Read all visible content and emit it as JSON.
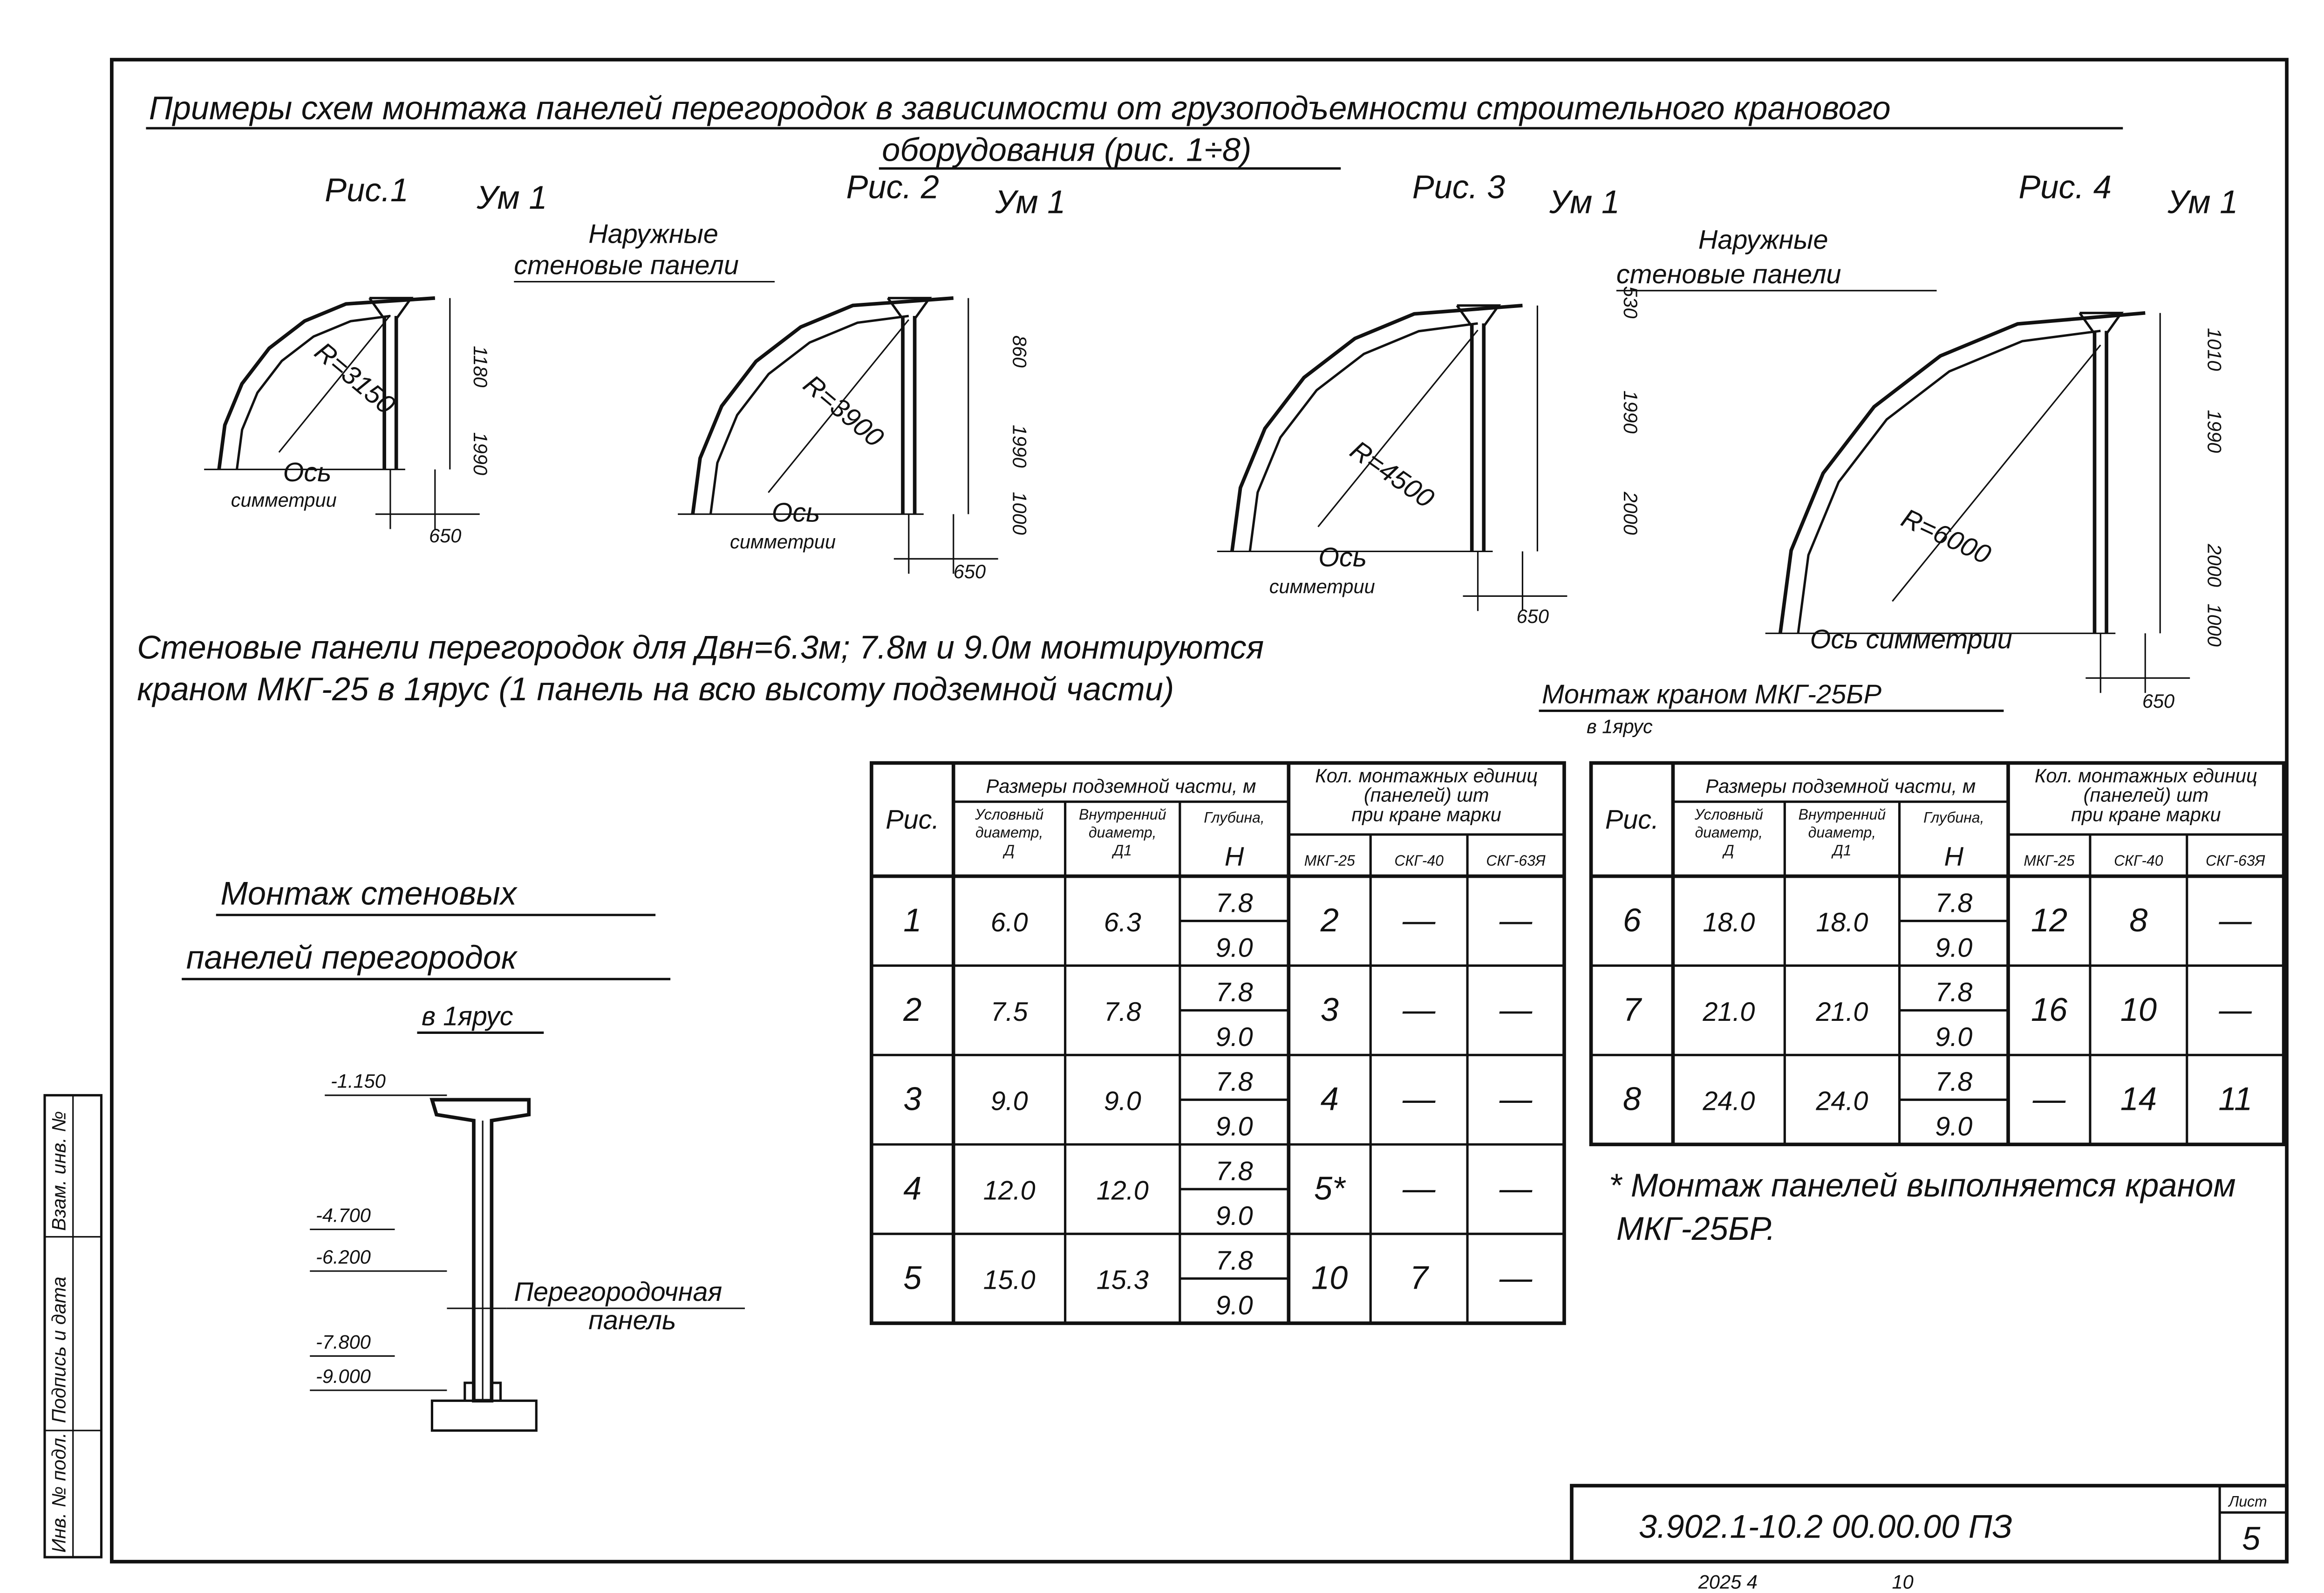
{
  "title": {
    "line1": "Примеры схем монтажа панелей перегородок в зависимости от грузоподъемности строительного кранового",
    "line2": "оборудования (рис. 1÷8)"
  },
  "figures": [
    {
      "label": "Рис.1",
      "node": "Ум 1",
      "radius": "R=3150",
      "dims": [
        "1180",
        "1990"
      ],
      "width": "650",
      "axis": [
        "Ось",
        "симметрии"
      ]
    },
    {
      "label": "Рис. 2",
      "node": "Ум 1",
      "radius": "R=3900",
      "dims": [
        "860",
        "1990",
        "1000"
      ],
      "width": "650",
      "axis": [
        "Ось",
        "симметрии"
      ]
    },
    {
      "label": "Рис. 3",
      "node": "Ум 1",
      "radius": "R=4500",
      "dims": [
        "530",
        "1990",
        "2000"
      ],
      "width": "650",
      "axis": [
        "Ось",
        "симметрии"
      ]
    },
    {
      "label": "Рис. 4",
      "node": "Ум 1",
      "radius": "R=6000",
      "dims": [
        "1010",
        "1990",
        "2000",
        "1000"
      ],
      "width": "650",
      "axis": [
        "Ось симметрии"
      ]
    }
  ],
  "outer_panels_label": [
    "Наружные",
    "стеновые панели"
  ],
  "note": {
    "line1": "Стеновые панели перегородок для Двн=6.3м; 7.8м и 9.0м монтируются",
    "line2": "краном МКГ-25 в 1ярус (1 панель на всю высоту подземной части)"
  },
  "fig4_note": {
    "line1": "Монтаж краном МКГ-25БР",
    "line2": "в 1ярус"
  },
  "section": {
    "title1": "Монтаж стеновых",
    "title2": "панелей перегородок",
    "title3": "в 1ярус",
    "levels": [
      "-1.150",
      "-4.700",
      "-6.200",
      "-7.800",
      "-9.000"
    ],
    "panel_label": [
      "Перегородочная",
      "панель"
    ]
  },
  "table_headers": {
    "fig": "Рис.",
    "sizes": "Размеры подземной части, м",
    "cond_diam": [
      "Условный",
      "диаметр,",
      "Д"
    ],
    "inner_diam": [
      "Внутренний",
      "диаметр,",
      "Д1"
    ],
    "depth": [
      "Глубина,",
      "Н"
    ],
    "units": [
      "Кол. монтажных единиц",
      "(панелей) шт",
      "при кране марки"
    ],
    "cranes": [
      "МКГ-25",
      "СКГ-40",
      "СКГ-63Я"
    ]
  },
  "table1": [
    {
      "fig": "1",
      "d": "6.0",
      "d1": "6.3",
      "h": [
        "7.8",
        "9.0"
      ],
      "mkg25": "2",
      "skg40": "—",
      "skg63": "—"
    },
    {
      "fig": "2",
      "d": "7.5",
      "d1": "7.8",
      "h": [
        "7.8",
        "9.0"
      ],
      "mkg25": "3",
      "skg40": "—",
      "skg63": "—"
    },
    {
      "fig": "3",
      "d": "9.0",
      "d1": "9.0",
      "h": [
        "7.8",
        "9.0"
      ],
      "mkg25": "4",
      "skg40": "—",
      "skg63": "—"
    },
    {
      "fig": "4",
      "d": "12.0",
      "d1": "12.0",
      "h": [
        "7.8",
        "9.0"
      ],
      "mkg25": "5*",
      "skg40": "—",
      "skg63": "—"
    },
    {
      "fig": "5",
      "d": "15.0",
      "d1": "15.3",
      "h": [
        "7.8",
        "9.0"
      ],
      "mkg25": "10",
      "skg40": "7",
      "skg63": "—"
    }
  ],
  "table2": [
    {
      "fig": "6",
      "d": "18.0",
      "d1": "18.0",
      "h": [
        "7.8",
        "9.0"
      ],
      "mkg25": "12",
      "skg40": "8",
      "skg63": "—"
    },
    {
      "fig": "7",
      "d": "21.0",
      "d1": "21.0",
      "h": [
        "7.8",
        "9.0"
      ],
      "mkg25": "16",
      "skg40": "10",
      "skg63": "—"
    },
    {
      "fig": "8",
      "d": "24.0",
      "d1": "24.0",
      "h": [
        "7.8",
        "9.0"
      ],
      "mkg25": "—",
      "skg40": "14",
      "skg63": "11"
    }
  ],
  "footnote": {
    "line1": "* Монтаж панелей выполняется краном",
    "line2": "МКГ-25БР."
  },
  "stamp": {
    "inv": "Инв. № подл.",
    "sign": "Подпись и дата",
    "repl": "Взам. инв. №"
  },
  "title_block": {
    "code": "3.902.1-10.2 00.00.00 ПЗ",
    "sheet_label": "Лист",
    "sheet": "5"
  },
  "bottom": {
    "order": "2025 4",
    "num": "10"
  }
}
